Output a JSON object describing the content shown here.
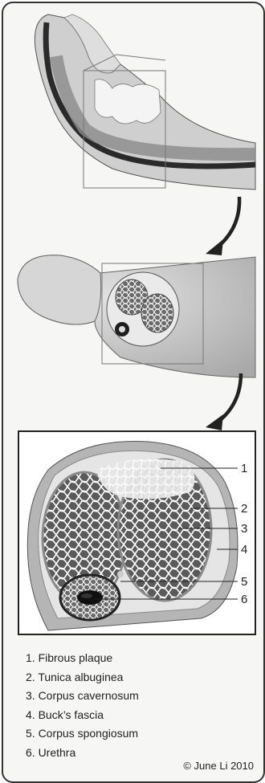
{
  "legend": [
    "1. Fibrous plaque",
    "2. Tunica albuginea",
    "3. Corpus cavernosum",
    "4. Buck’s fascia",
    "5. Corpus spongiosum",
    "6. Urethra"
  ],
  "callouts": [
    "1",
    "2",
    "3",
    "4",
    "5",
    "6"
  ],
  "credit": "© June Li 2010",
  "colors": {
    "frame": "#333333",
    "skin": "#c9c9c9",
    "fascia_band": "#7c7c7c",
    "urethra_line": "#2a2a2a",
    "tissue_net": "#ffffff"
  }
}
